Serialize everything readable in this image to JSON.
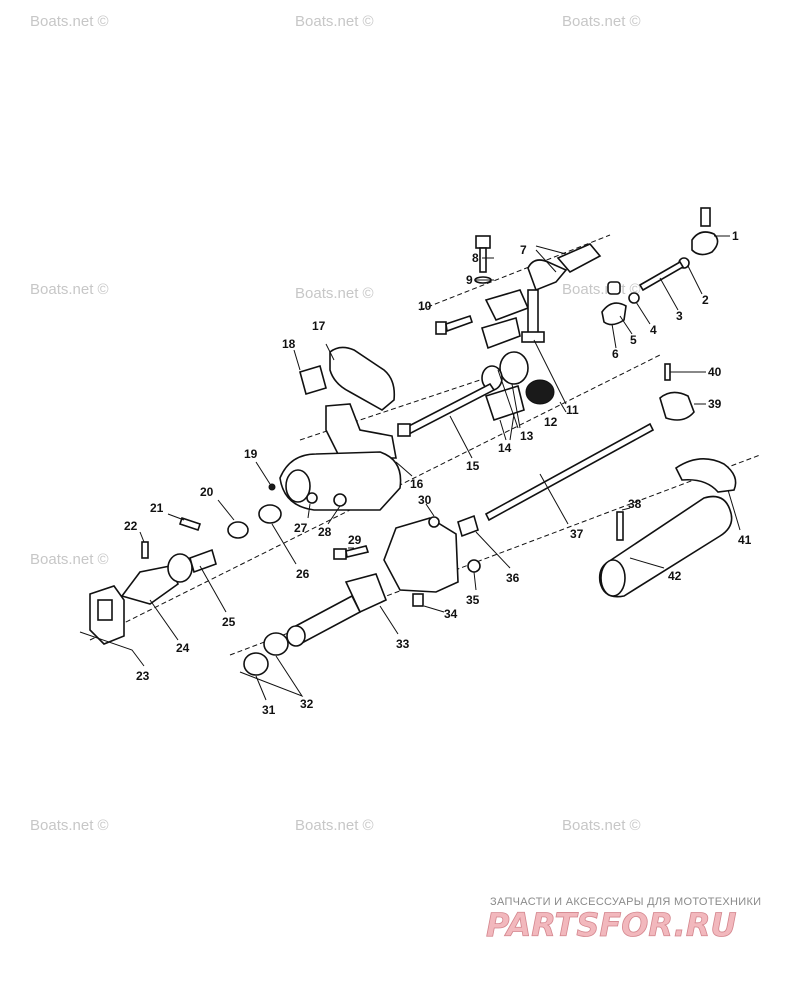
{
  "watermarks": [
    "Boats.net ©",
    "Boats.net ©",
    "Boats.net ©",
    "Boats.net ©",
    "Boats.net ©",
    "Boats.net ©",
    "Boats.net ©",
    "Boats.net ©",
    "Boats.net ©",
    "Boats.net ©"
  ],
  "callouts": [
    "1",
    "2",
    "3",
    "4",
    "5",
    "6",
    "7",
    "8",
    "9",
    "10",
    "11",
    "12",
    "13",
    "14",
    "15",
    "16",
    "17",
    "18",
    "19",
    "20",
    "21",
    "22",
    "23",
    "24",
    "25",
    "26",
    "27",
    "28",
    "29",
    "30",
    "31",
    "32",
    "33",
    "34",
    "35",
    "36",
    "37",
    "38",
    "39",
    "40",
    "41",
    "42"
  ],
  "brand": {
    "tagline": "ЗАПЧАСТИ И АКСЕССУАРЫ ДЛЯ МОТОТЕХНИКИ",
    "name": "PARTSFOR.RU",
    "color": "#e8a0a8"
  }
}
